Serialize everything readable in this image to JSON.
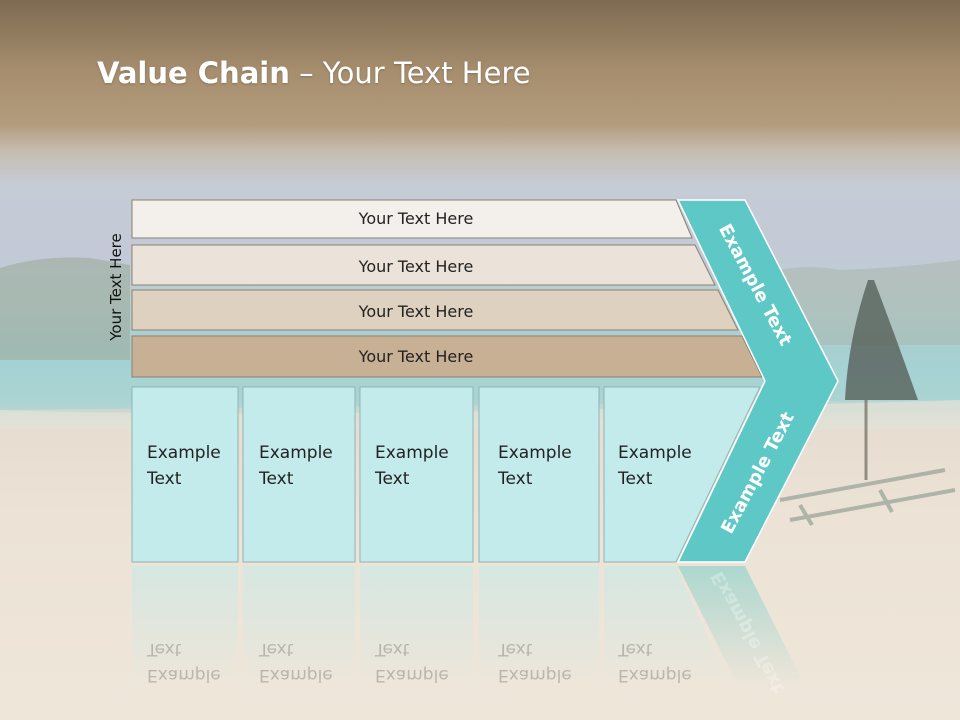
{
  "slide": {
    "title_bold": "Value Chain",
    "title_rest": " – Your Text Here",
    "side_label": "Your Text Here"
  },
  "bands": [
    {
      "label": "Your Text Here",
      "color": "#f3f0ec"
    },
    {
      "label": "Your Text Here",
      "color": "#ebe3da"
    },
    {
      "label": "Your Text Here",
      "color": "#dfd1bf"
    },
    {
      "label": "Your Text Here",
      "color": "#c8b094"
    }
  ],
  "boxes": [
    {
      "line1": "Example",
      "line2": "Text"
    },
    {
      "line1": "Example",
      "line2": "Text"
    },
    {
      "line1": "Example",
      "line2": "Text"
    },
    {
      "line1": "Example",
      "line2": "Text"
    },
    {
      "line1": "Example",
      "line2": "Text"
    }
  ],
  "chevron": {
    "upper_label": "Example Text",
    "lower_label": "Example Text",
    "color": "#5ec8c6"
  },
  "colors": {
    "box_fill": "#c3ebeb",
    "box_stroke": "#8fb3b3",
    "band_stroke": "#8a8070"
  }
}
